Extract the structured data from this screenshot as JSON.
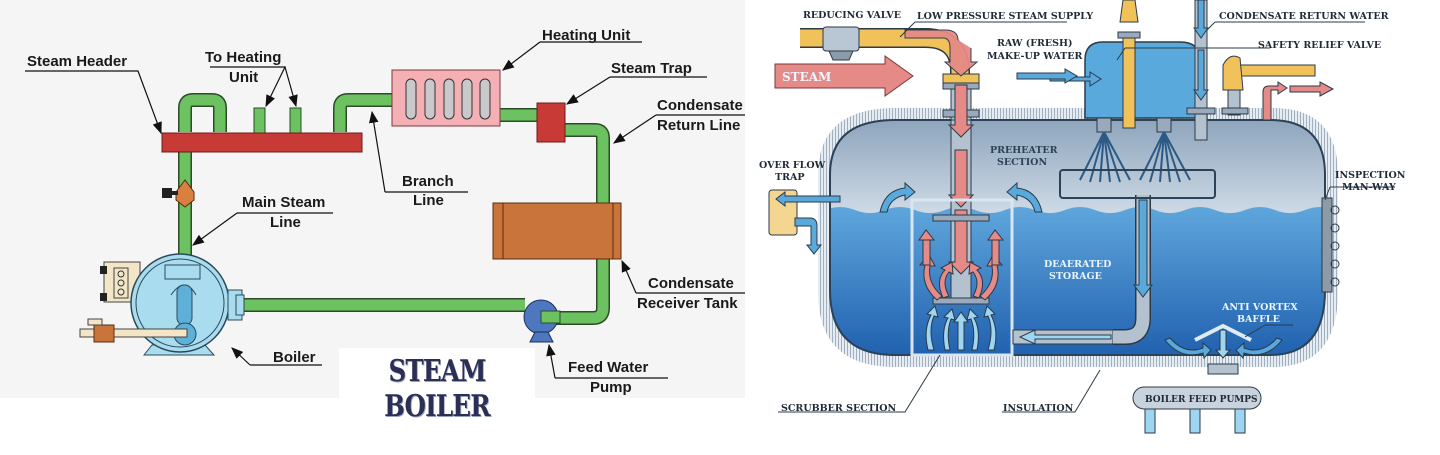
{
  "left_diagram": {
    "title": "STEAM BOILER",
    "labels": {
      "steam_header": "Steam Header",
      "to_heating_unit_1": "To Heating",
      "to_heating_unit_2": "Unit",
      "heating_unit": "Heating Unit",
      "steam_trap": "Steam Trap",
      "condensate_return_1": "Condensate",
      "condensate_return_2": "Return Line",
      "branch_line_1": "Branch",
      "branch_line_2": "Line",
      "main_steam_1": "Main Steam",
      "main_steam_2": "Line",
      "condensate_receiver_1": "Condensate",
      "condensate_receiver_2": "Receiver Tank",
      "boiler": "Boiler",
      "feed_pump_1": "Feed Water",
      "feed_pump_2": "Pump"
    },
    "colors": {
      "pipe": "#6cc160",
      "header": "#c83a35",
      "heating_unit": "#f4b0b5",
      "receiver_tank": "#c8743a",
      "boiler": "#a9dcef",
      "pump": "#4d78c0"
    }
  },
  "right_diagram": {
    "labels": {
      "reducing_valve": "REDUCING VALVE",
      "low_pressure_steam": "LOW PRESSURE STEAM SUPPLY",
      "raw_water_1": "RAW (FRESH)",
      "raw_water_2": "MAKE-UP WATER",
      "condensate_return": "CONDENSATE RETURN WATER",
      "safety_relief": "SAFETY RELIEF VALVE",
      "steam": "STEAM",
      "overflow_1": "OVER FLOW",
      "overflow_2": "TRAP",
      "preheater_1": "PREHEATER",
      "preheater_2": "SECTION",
      "inspection_1": "INSPECTION",
      "inspection_2": "MAN-WAY",
      "deaerated_1": "DEAERATED",
      "deaerated_2": "STORAGE",
      "anti_vortex_1": "ANTI VORTEX",
      "anti_vortex_2": "BAFFLE",
      "scrubber": "SCRUBBER SECTION",
      "insulation": "INSULATION",
      "feed_pumps": "BOILER FEED PUMPS"
    },
    "colors": {
      "steam_arrow": "#e58a86",
      "water_arrow": "#5aa9dc",
      "supply_pipe": "#f2c25a",
      "tank_water": "#2f7cc4",
      "tank_vapor": "#9fb4c8"
    }
  }
}
